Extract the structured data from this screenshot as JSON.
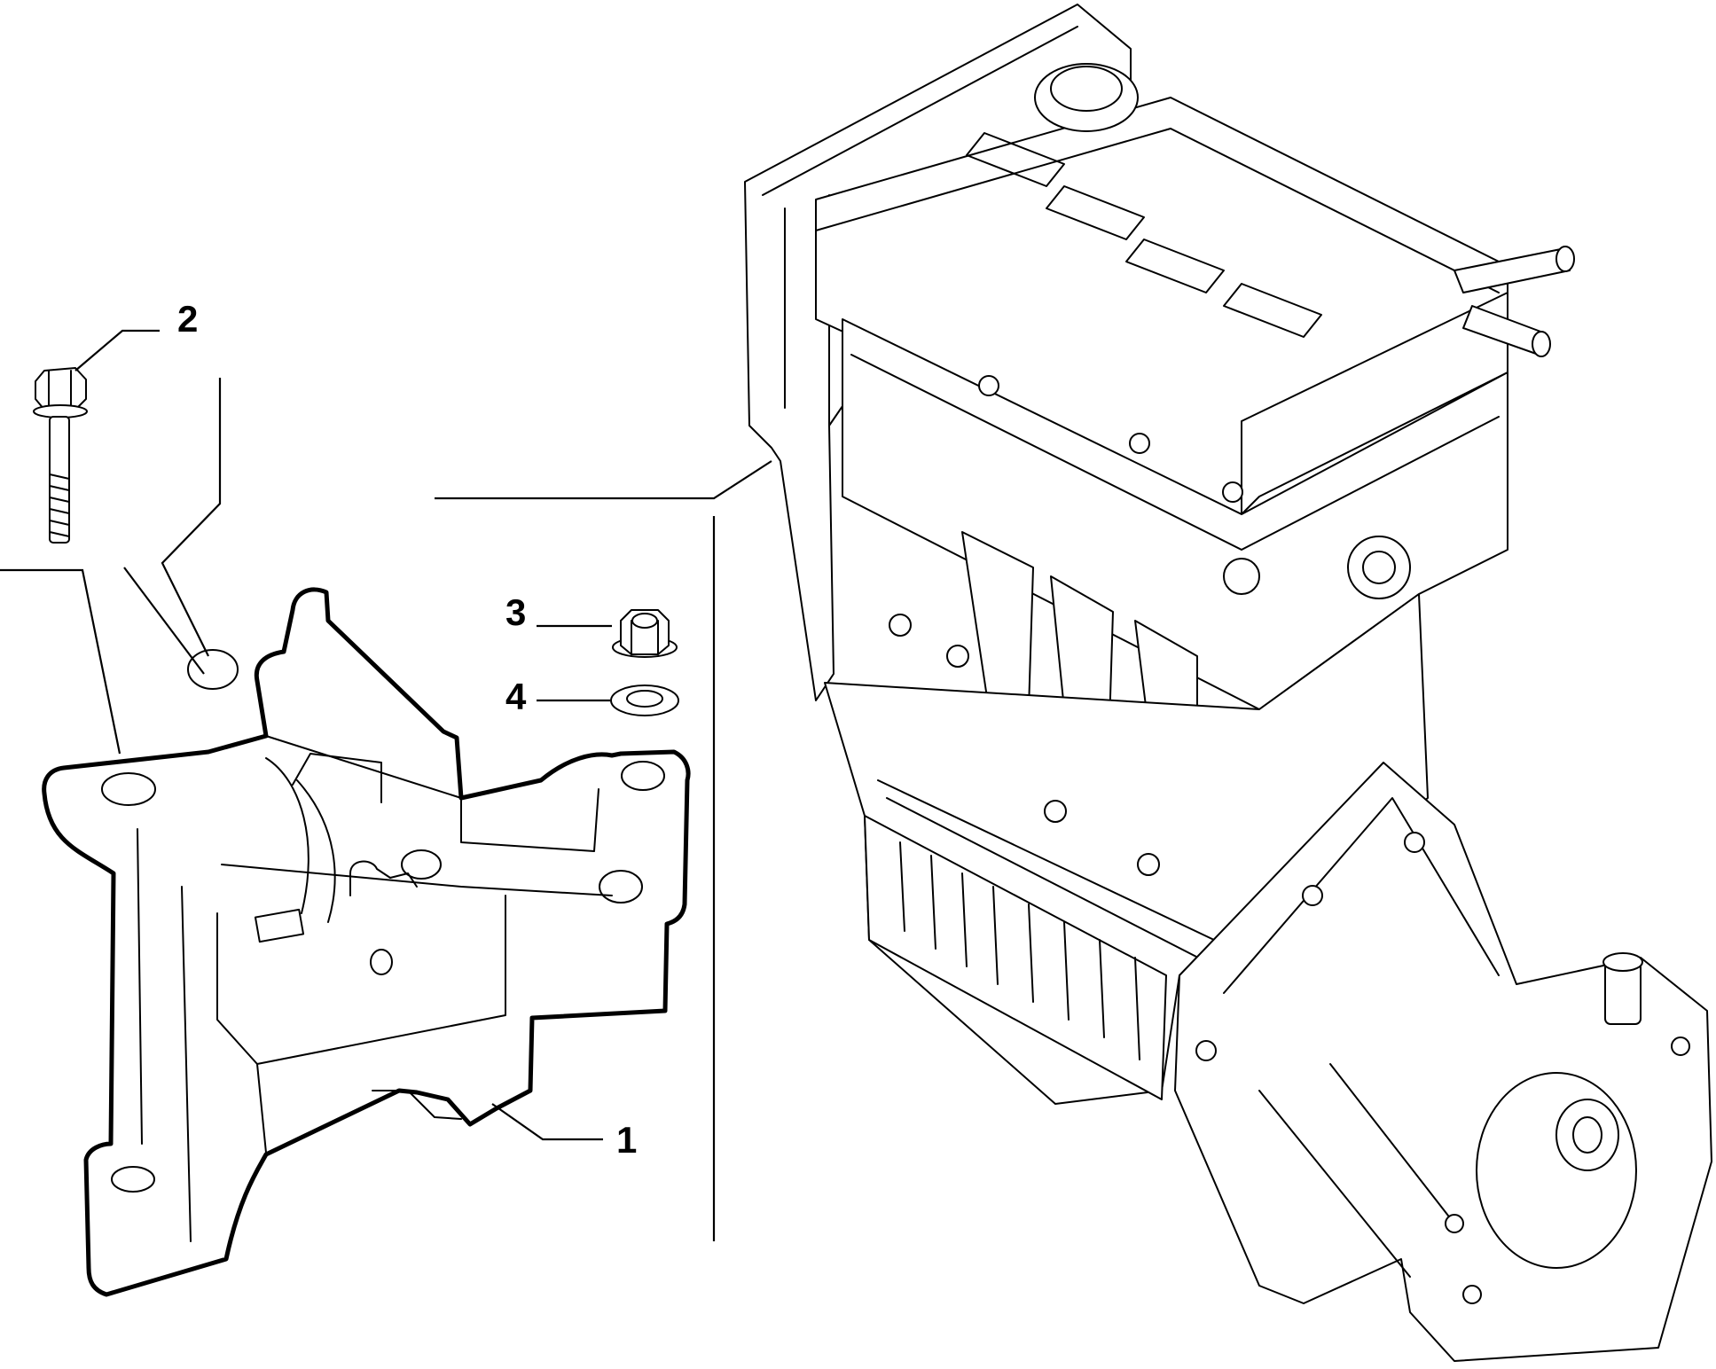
{
  "callouts": [
    {
      "id": "1",
      "label": "1"
    },
    {
      "id": "2",
      "label": "2"
    },
    {
      "id": "3",
      "label": "3"
    },
    {
      "id": "4",
      "label": "4"
    }
  ],
  "icons": {
    "mount": "engine-mount-bracket-icon",
    "bolt": "flange-bolt-icon",
    "nut": "flange-nut-icon",
    "washer": "washer-icon",
    "engine": "engine-gearbox-assembly-icon"
  }
}
